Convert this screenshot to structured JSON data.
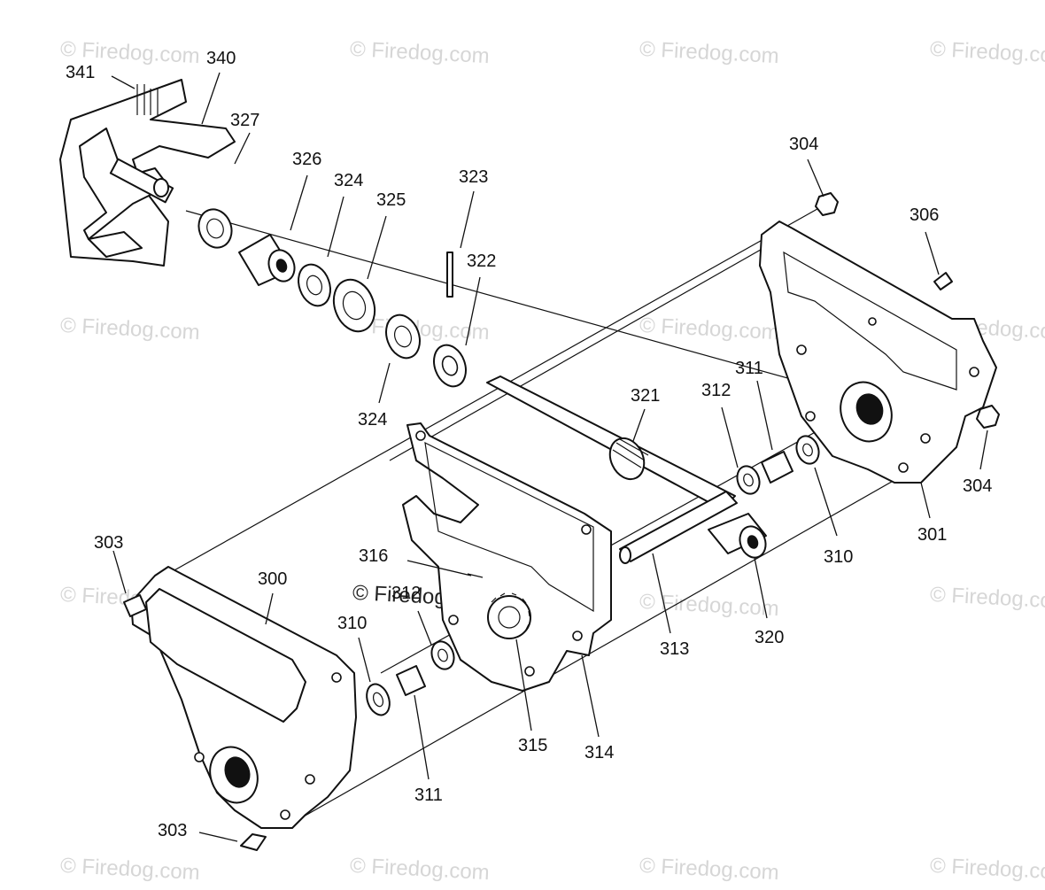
{
  "watermark": "© Firedog.com",
  "callouts": [
    {
      "id": "341",
      "text": "341"
    },
    {
      "id": "340",
      "text": "340"
    },
    {
      "id": "327",
      "text": "327"
    },
    {
      "id": "326",
      "text": "326"
    },
    {
      "id": "324a",
      "text": "324"
    },
    {
      "id": "325",
      "text": "325"
    },
    {
      "id": "323",
      "text": "323"
    },
    {
      "id": "322",
      "text": "322"
    },
    {
      "id": "324b",
      "text": "324"
    },
    {
      "id": "304a",
      "text": "304"
    },
    {
      "id": "306",
      "text": "306"
    },
    {
      "id": "321",
      "text": "321"
    },
    {
      "id": "312a",
      "text": "312"
    },
    {
      "id": "311a",
      "text": "311"
    },
    {
      "id": "304b",
      "text": "304"
    },
    {
      "id": "301",
      "text": "301"
    },
    {
      "id": "310a",
      "text": "310"
    },
    {
      "id": "303a",
      "text": "303"
    },
    {
      "id": "300",
      "text": "300"
    },
    {
      "id": "316",
      "text": "316"
    },
    {
      "id": "312b",
      "text": "312"
    },
    {
      "id": "310b",
      "text": "310"
    },
    {
      "id": "313",
      "text": "313"
    },
    {
      "id": "320",
      "text": "320"
    },
    {
      "id": "315",
      "text": "315"
    },
    {
      "id": "314",
      "text": "314"
    },
    {
      "id": "311b",
      "text": "311"
    },
    {
      "id": "303b",
      "text": "303"
    }
  ]
}
